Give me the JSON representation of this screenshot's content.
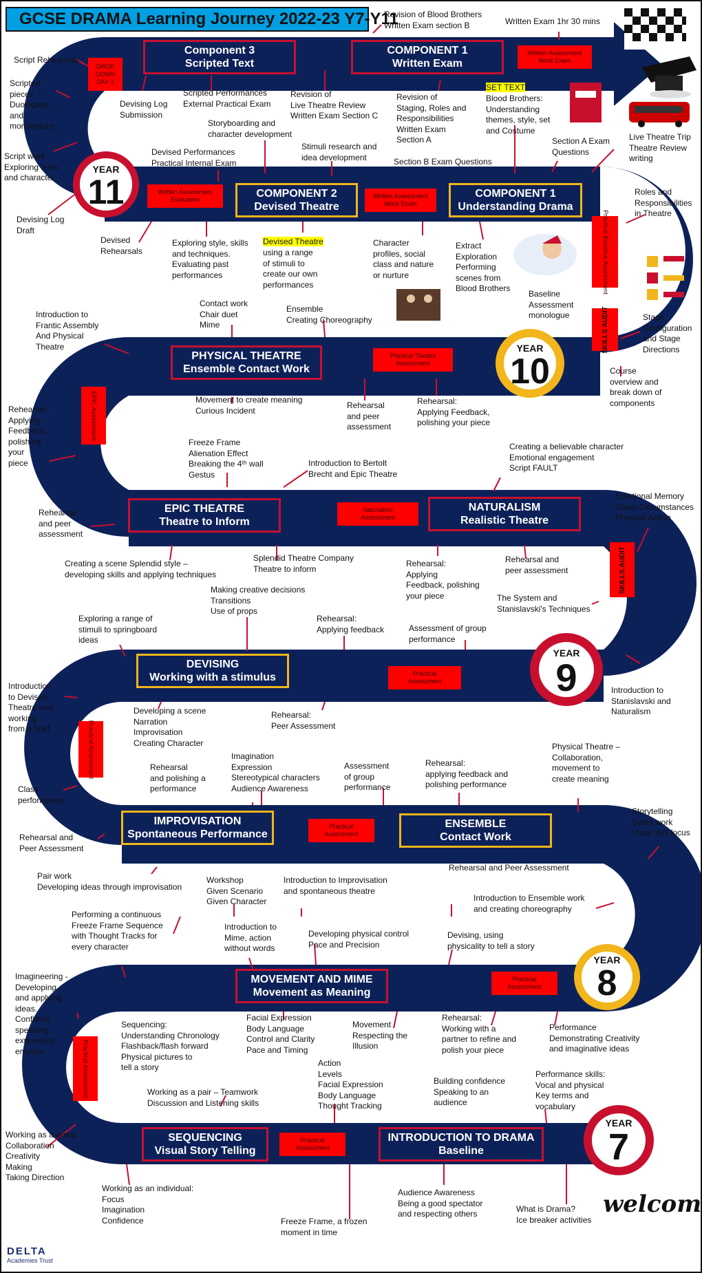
{
  "header": {
    "title": "GCSE DRAMA Learning Journey 2022-23 Y7-Y11"
  },
  "colors": {
    "road": "#0d2159",
    "accent_red": "#c8102e",
    "gold": "#f2b51b",
    "title_bg": "#00a0e3",
    "assessment_red": "#ff0000"
  },
  "years": {
    "y11": "11",
    "y10": "10",
    "y9": "9",
    "y8": "8",
    "y7": "7",
    "label": "YEAR"
  },
  "units": {
    "comp3": "Component 3\nScripted Text",
    "comp1_top": "COMPONENT 1\nWritten Exam",
    "comp2": "COMPONENT 2\nDevised Theatre",
    "comp1_mid": "COMPONENT 1\nUnderstanding Drama",
    "physical": "PHYSICAL THEATRE\nEnsemble Contact Work",
    "epic": "EPIC THEATRE\nTheatre to Inform",
    "naturalism": "NATURALISM\nRealistic Theatre",
    "devising": "DEVISING\nWorking with a stimulus",
    "improvisation": "IMPROVISATION\nSpontaneous Performance",
    "ensemble": "ENSEMBLE\nContact Work",
    "movement": "MOVEMENT AND MIME\nMovement as Meaning",
    "sequencing": "SEQUENCING\nVisual Story Telling",
    "intro": "INTRODUCTION TO DRAMA\nBaseline"
  },
  "assessments": {
    "dropdown": "DROP\nDOWN\nDAY 1",
    "written_mock_top": "Written Assessment\nMock Exam",
    "written_eval": "Written Assessment\nEvaluation",
    "written_mock_mid": "Written Assessment\nMock Exam",
    "practical_baseline": "Practical Baseline Assessment",
    "skills_audit_10": "SKILLS AUDIT",
    "physical_assess": "Physical Theatre\nAssessment",
    "epic_assess": "EPIC Assessment",
    "naturalism_assess": "Naturalism\nAssessment",
    "skills_audit_9": "SKILLS AUDIT",
    "practical_9": "Practical\nAssessment",
    "practical_9_side": "Practical Assessment",
    "practical_8_mid": "Practical\nAssessment",
    "practical_8": "Practical\nAssessment",
    "practical_8_side": "Practical Assessment",
    "practical_7": "Practical\nAssessment"
  },
  "notes": {
    "n01": "Revision of Blood Brothers\nWritten Exam section B",
    "n02": "Written Exam  1hr 30 mins",
    "n03": "Script Rehearsals",
    "n04": "Scripted\npieces\nDuologues\nand\nmonologues",
    "n05": "Devising Log\nSubmission",
    "n06": "Scripted Performances\nExternal Practical Exam",
    "n07": "Revision of\nLive Theatre Review\nWritten Exam Section C",
    "n08": "Revision of\nStaging, Roles and\nResponsibilities\nWritten Exam\nSection A",
    "n09a": "SET TEXT",
    "n09": "Blood Brothers:\nUnderstanding\n themes, style, set\nand Costume",
    "n10": "Storyboarding and\ncharacter development",
    "n11": "Script work\nExploring texts\nand character",
    "n12": "Devised Performances\nPractical Internal Exam",
    "n13": "Stimuli research and\nidea development",
    "n14": "Section B Exam Questions",
    "n15": "Section A Exam\nQuestions",
    "n16": "Live Theatre Trip\nTheatre Review\nwriting",
    "n17": "Devising Log\nDraft",
    "n18": "Roles and\nResponsibilities\nin Theatre",
    "n19": "Devised\nRehearsals",
    "n20": "Exploring style, skills\nand techniques.\nEvaluating  past\nperformances",
    "n21a": "Devised Theatre",
    "n21": "using a range\nof stimuli to\ncreate our own\nperformances",
    "n22": "Character\nprofiles,  social\nclass and nature\nor nurture",
    "n23": "Extract\nExploration\nPerforming\n scenes from\nBlood Brothers",
    "n24": "Baseline\nAssessment\nmonologue",
    "n25": "Contact work\nChair duet\nMime",
    "n26": "Ensemble\nCreating Choreography",
    "n27": "Introduction to\nFrantic Assembly\nAnd Physical\nTheatre",
    "n28": "Stage\nConfiguration\nand Stage\nDirections",
    "n29": "Movement to create meaning\nCurious Incident",
    "n30": "Rehearsal\nand peer\nassessment",
    "n31": "Rehearsal:\n Applying Feedback,\n polishing your piece",
    "n32": "Course\noverview and\nbreak down of\ncomponents",
    "n33": "Rehearsal:\nApplying\nFeedback,\npolishing\nyour\npiece",
    "n34": "Freeze Frame\nAlienation Effect\nBreaking the 4ᵗʰ wall\nGestus",
    "n35": "Introduction to Bertolt\nBrecht and Epic Theatre",
    "n36": "Creating a believable character\nEmotional engagement\nScript FAULT",
    "n37": "Emotional Memory\nGiven Circumstances\nPhysical  Action",
    "n38": "Rehearsal\nand peer\nassessment",
    "n39": "Creating a scene Splendid style –\ndeveloping skills and applying techniques",
    "n40": "Splendid Theatre Company\nTheatre to inform",
    "n41": "Rehearsal:\nApplying\nFeedback, polishing\nyour piece",
    "n42": "Rehearsal and\npeer assessment",
    "n43": "Making creative decisions\nTransitions\nUse of props",
    "n44": "The System and\nStanislavski's  Techniques",
    "n45": "Exploring a range of\nstimuli to springboard\nideas",
    "n46": "Rehearsal:\nApplying feedback",
    "n47": "Assessment of group\nperformance",
    "n48": "Introduction\nto Devised\nTheatre and\nworking\nfrom a brief",
    "n49": "Introduction to\nStanislavski  and\nNaturalism",
    "n50": "Developing a scene\nNarration\nImprovisation\nCreating Character",
    "n51": "Rehearsal:\nPeer Assessment",
    "n52": "Physical  Theatre –\nCollaboration,\nmovement to\ncreate meaning",
    "n53": "Imagination\nExpression\nStereotypical characters\nAudience Awareness",
    "n54": "Rehearsal\nand polishing a\nperformance",
    "n55": "Assessment\nof group\nperformance",
    "n56": "Rehearsal:\napplying feedback and\npolishing performance",
    "n57": "Class\nperformance",
    "n58": "Storytelling\nScript work\nVocal skill focus",
    "n59": "Rehearsal and\nPeer Assessment",
    "n60": "Rehearsal and Peer Assessment",
    "n61": "Pair work\nDeveloping ideas through improvisation",
    "n62": "Workshop\nGiven Scenario\nGiven Character",
    "n63": "Introduction to Improvisation\nand spontaneous theatre",
    "n64": "Introduction to Ensemble work\nand creating choreography",
    "n65": "Performing a continuous\n Freeze Frame Sequence\nwith Thought Tracks for\nevery character",
    "n66": "Introduction to\nMime, action\nwithout words",
    "n67": "Developing physical  control\nPace and Precision",
    "n68": "Devising, using\nphysicality  to tell a story",
    "n69": "Imagineering -\nDeveloping\nand applying\nideas.\nConfident\nspeaking,\nexpressing\nemotion",
    "n70": "Sequencing:\nUnderstanding Chronology\nFlashback/flash  forward\nPhysical  pictures to\ntell a story",
    "n71": "Facial Expression\nBody Language\nControl and Clarity\nPace and Timing",
    "n72": "Movement\nRespecting the\nIllusion",
    "n73": "Rehearsal:\nWorking with a\npartner to refine and\npolish your piece",
    "n74": "Performance\nDemonstrating Creativity\nand imaginative ideas",
    "n75": "Action\nLevels\nFacial Expression\nBody Language\nThought Tracking",
    "n76": "Building confidence\nSpeaking to an\naudience",
    "n77": "Performance skills:\nVocal and physical\nKey terms and\nvocabulary",
    "n78": "Working as a pair – Teamwork\nDiscussion  and Listening skills",
    "n79": "Working as a group:\nCollaboration\nCreativity\nMaking\nTaking Direction",
    "n80": "Working as an individual:\nFocus\nImagination\nConfidence",
    "n81": "Freeze Frame, a frozen\nmoment in time",
    "n82": "Audience Awareness\nBeing a good spectator\nand respecting others",
    "n83": "What is Drama?\nIce breaker activities"
  },
  "footer": {
    "logo_name": "DELTA",
    "logo_sub": "Academies Trust",
    "welcome": "welcome"
  }
}
